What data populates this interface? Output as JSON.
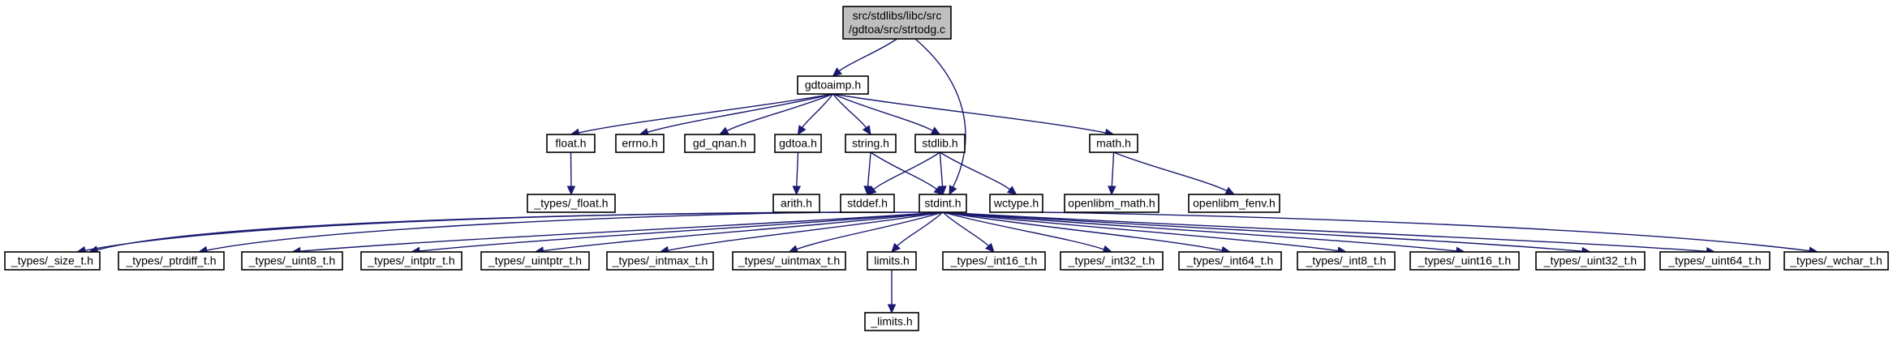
{
  "graph": {
    "edge_color": "#191970",
    "root_fill": "#bfbfbf",
    "node_fill": "#ffffff",
    "nodes": [
      {
        "id": "root",
        "lines": [
          "src/stdlibs/libc/src",
          "/gdtoa/src/strtodg.c"
        ],
        "highlight": true
      },
      {
        "id": "gdtoaimp",
        "lines": [
          "gdtoaimp.h"
        ]
      },
      {
        "id": "float",
        "lines": [
          "float.h"
        ]
      },
      {
        "id": "errno",
        "lines": [
          "errno.h"
        ]
      },
      {
        "id": "gd_qnan",
        "lines": [
          "gd_qnan.h"
        ]
      },
      {
        "id": "gdtoa",
        "lines": [
          "gdtoa.h"
        ]
      },
      {
        "id": "string",
        "lines": [
          "string.h"
        ]
      },
      {
        "id": "stdlib",
        "lines": [
          "stdlib.h"
        ]
      },
      {
        "id": "math",
        "lines": [
          "math.h"
        ]
      },
      {
        "id": "types_float",
        "lines": [
          "_types/_float.h"
        ]
      },
      {
        "id": "arith",
        "lines": [
          "arith.h"
        ]
      },
      {
        "id": "stddef",
        "lines": [
          "stddef.h"
        ]
      },
      {
        "id": "stdint",
        "lines": [
          "stdint.h"
        ]
      },
      {
        "id": "wctype",
        "lines": [
          "wctype.h"
        ]
      },
      {
        "id": "openlibm_math",
        "lines": [
          "openlibm_math.h"
        ]
      },
      {
        "id": "openlibm_fenv",
        "lines": [
          "openlibm_fenv.h"
        ]
      },
      {
        "id": "size_t",
        "lines": [
          "_types/_size_t.h"
        ]
      },
      {
        "id": "ptrdiff_t",
        "lines": [
          "_types/_ptrdiff_t.h"
        ]
      },
      {
        "id": "uint8_t",
        "lines": [
          "_types/_uint8_t.h"
        ]
      },
      {
        "id": "intptr_t",
        "lines": [
          "_types/_intptr_t.h"
        ]
      },
      {
        "id": "uintptr_t",
        "lines": [
          "_types/_uintptr_t.h"
        ]
      },
      {
        "id": "intmax_t",
        "lines": [
          "_types/_intmax_t.h"
        ]
      },
      {
        "id": "uintmax_t",
        "lines": [
          "_types/_uintmax_t.h"
        ]
      },
      {
        "id": "limits",
        "lines": [
          "limits.h"
        ]
      },
      {
        "id": "int16_t",
        "lines": [
          "_types/_int16_t.h"
        ]
      },
      {
        "id": "int32_t",
        "lines": [
          "_types/_int32_t.h"
        ]
      },
      {
        "id": "int64_t",
        "lines": [
          "_types/_int64_t.h"
        ]
      },
      {
        "id": "int8_t",
        "lines": [
          "_types/_int8_t.h"
        ]
      },
      {
        "id": "uint16_t",
        "lines": [
          "_types/_uint16_t.h"
        ]
      },
      {
        "id": "uint32_t",
        "lines": [
          "_types/_uint32_t.h"
        ]
      },
      {
        "id": "uint64_t",
        "lines": [
          "_types/_uint64_t.h"
        ]
      },
      {
        "id": "wchar_t",
        "lines": [
          "_types/_wchar_t.h"
        ]
      },
      {
        "id": "_limits",
        "lines": [
          "_limits.h"
        ]
      }
    ],
    "edges": [
      {
        "from": "root",
        "to": "gdtoaimp"
      },
      {
        "from": "root",
        "to": "stdint"
      },
      {
        "from": "gdtoaimp",
        "to": "float"
      },
      {
        "from": "gdtoaimp",
        "to": "errno"
      },
      {
        "from": "gdtoaimp",
        "to": "gd_qnan"
      },
      {
        "from": "gdtoaimp",
        "to": "gdtoa"
      },
      {
        "from": "gdtoaimp",
        "to": "string"
      },
      {
        "from": "gdtoaimp",
        "to": "stdlib"
      },
      {
        "from": "gdtoaimp",
        "to": "math"
      },
      {
        "from": "float",
        "to": "types_float"
      },
      {
        "from": "gdtoa",
        "to": "arith"
      },
      {
        "from": "string",
        "to": "stddef"
      },
      {
        "from": "string",
        "to": "stdint"
      },
      {
        "from": "stdlib",
        "to": "stddef"
      },
      {
        "from": "stdlib",
        "to": "stdint"
      },
      {
        "from": "stdlib",
        "to": "wctype"
      },
      {
        "from": "math",
        "to": "openlibm_math"
      },
      {
        "from": "math",
        "to": "openlibm_fenv"
      },
      {
        "from": "stddef",
        "to": "size_t"
      },
      {
        "from": "stddef",
        "to": "ptrdiff_t"
      },
      {
        "from": "stdint",
        "to": "uint8_t"
      },
      {
        "from": "stdint",
        "to": "intptr_t"
      },
      {
        "from": "stdint",
        "to": "uintptr_t"
      },
      {
        "from": "stdint",
        "to": "intmax_t"
      },
      {
        "from": "stdint",
        "to": "uintmax_t"
      },
      {
        "from": "stdint",
        "to": "limits"
      },
      {
        "from": "stdint",
        "to": "int16_t"
      },
      {
        "from": "stdint",
        "to": "int32_t"
      },
      {
        "from": "stdint",
        "to": "int64_t"
      },
      {
        "from": "stdint",
        "to": "int8_t"
      },
      {
        "from": "stdint",
        "to": "uint16_t"
      },
      {
        "from": "stdint",
        "to": "uint32_t"
      },
      {
        "from": "stdint",
        "to": "uint64_t"
      },
      {
        "from": "stdint",
        "to": "size_t"
      },
      {
        "from": "wctype",
        "to": "wchar_t"
      },
      {
        "from": "limits",
        "to": "_limits"
      }
    ]
  }
}
